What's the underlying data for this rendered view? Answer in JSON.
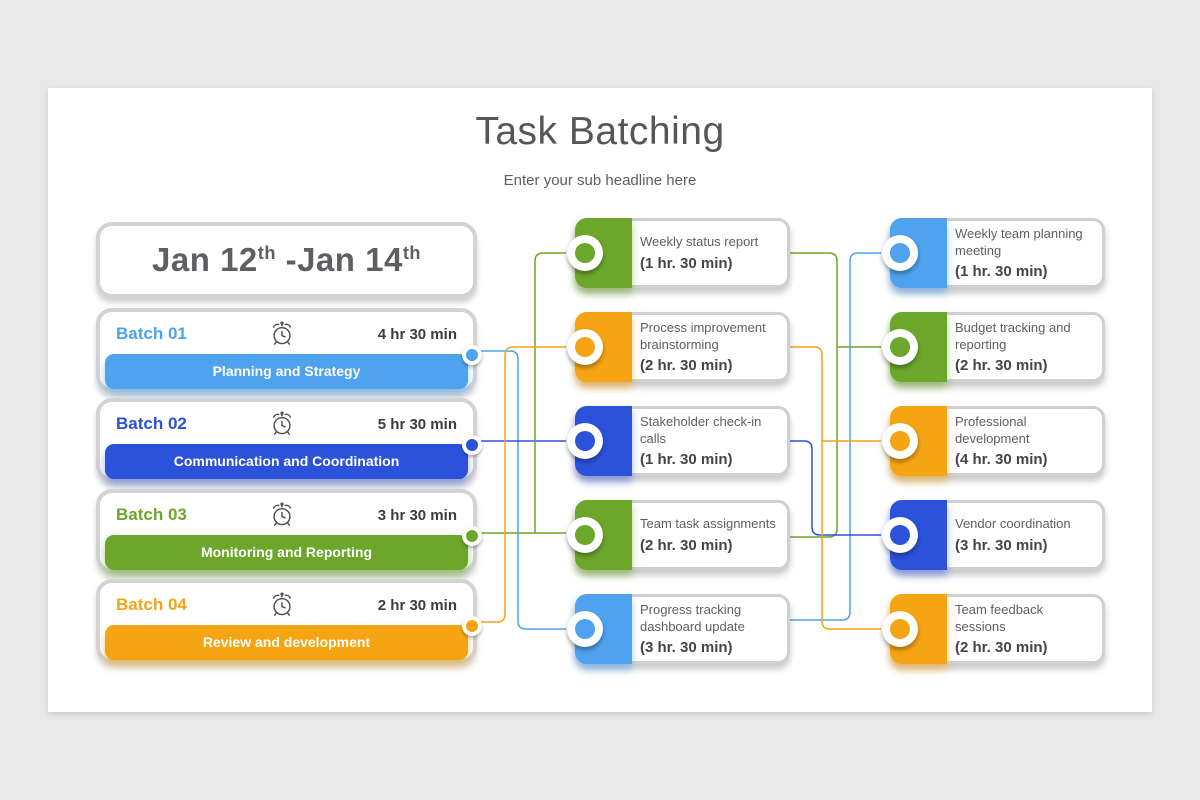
{
  "header": {
    "title": "Task Batching",
    "subtitle": "Enter your sub headline here"
  },
  "date_range": {
    "text": "Jan 12th -Jan 14th",
    "parts": [
      {
        "text": "Jan 12"
      },
      {
        "text": "th",
        "superscript": true
      },
      {
        "text": " -Jan 14"
      },
      {
        "text": "th",
        "superscript": true
      }
    ]
  },
  "palette": {
    "lightblue": "#4EA2EE",
    "royal": "#2B52D9",
    "green": "#6CA72B",
    "orange": "#F5A414"
  },
  "batches": [
    {
      "label": "Batch 01",
      "duration": "4 hr 30 min",
      "category": "Planning and Strategy",
      "color": "lightblue"
    },
    {
      "label": "Batch 02",
      "duration": "5 hr 30 min",
      "category": "Communication and Coordination",
      "color": "royal"
    },
    {
      "label": "Batch 03",
      "duration": "3 hr 30 min",
      "category": "Monitoring and Reporting",
      "color": "green"
    },
    {
      "label": "Batch 04",
      "duration": "2 hr 30 min",
      "category": "Review and development",
      "color": "orange"
    }
  ],
  "middle_tasks": [
    {
      "title": "Weekly status report",
      "duration": "(1 hr. 30 min)",
      "color": "green"
    },
    {
      "title": "Process improvement brainstorming",
      "duration": "(2 hr. 30 min)",
      "color": "orange"
    },
    {
      "title": "Stakeholder check-in calls",
      "duration": "(1 hr. 30 min)",
      "color": "royal"
    },
    {
      "title": "Team task assignments",
      "duration": "(2 hr. 30 min)",
      "color": "green"
    },
    {
      "title": "Progress tracking dashboard update",
      "duration": "(3 hr. 30 min)",
      "color": "lightblue"
    }
  ],
  "right_tasks": [
    {
      "title": "Weekly team planning meeting",
      "duration": "(1 hr. 30 min)",
      "color": "lightblue"
    },
    {
      "title": "Budget tracking and reporting",
      "duration": "(2 hr. 30 min)",
      "color": "green"
    },
    {
      "title": "Professional development",
      "duration": "(4 hr. 30 min)",
      "color": "orange"
    },
    {
      "title": "Vendor coordination",
      "duration": "(3 hr. 30 min)",
      "color": "royal"
    },
    {
      "title": "Team feedback sessions",
      "duration": "(2 hr. 30 min)",
      "color": "orange"
    }
  ],
  "connections": [
    {
      "batch": "Batch 01",
      "color": "lightblue",
      "tasks": [
        "Progress tracking dashboard update",
        "Weekly team planning meeting"
      ]
    },
    {
      "batch": "Batch 02",
      "color": "royal",
      "tasks": [
        "Stakeholder check-in calls",
        "Vendor coordination"
      ]
    },
    {
      "batch": "Batch 03",
      "color": "green",
      "tasks": [
        "Weekly status report",
        "Team task assignments",
        "Budget tracking and reporting"
      ]
    },
    {
      "batch": "Batch 04",
      "color": "orange",
      "tasks": [
        "Process improvement brainstorming",
        "Professional development",
        "Team feedback sessions"
      ]
    }
  ]
}
